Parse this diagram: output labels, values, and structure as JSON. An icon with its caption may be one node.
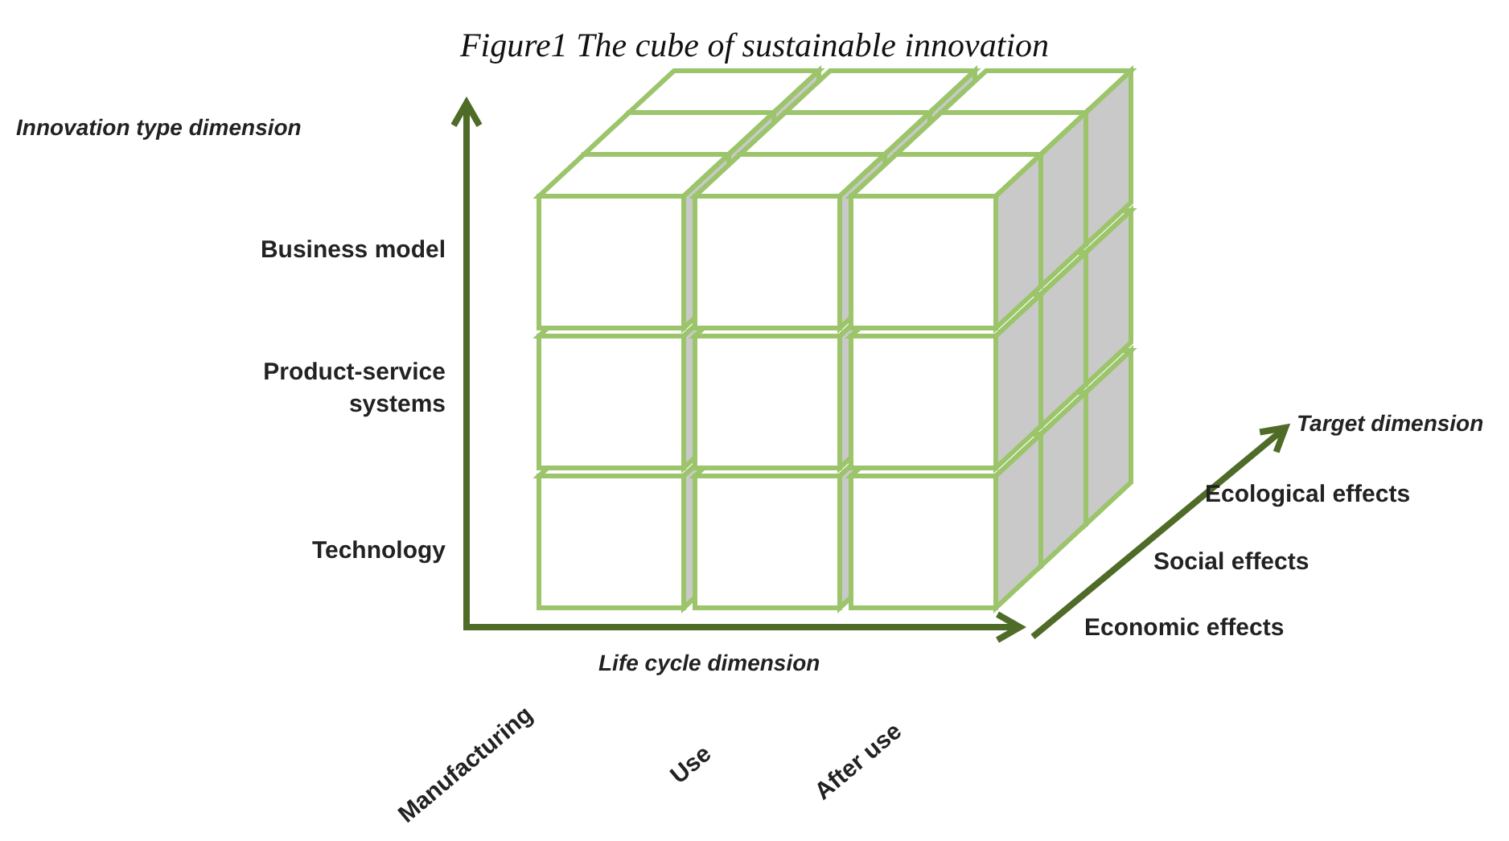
{
  "diagram": {
    "title": "Figure1 The cube of sustainable innovation",
    "labels": [
      "Innovation type dimension",
      "Business model",
      "Product-service systems",
      "Technology",
      "Target dimension",
      "Ecological effects",
      "Social effects",
      "Economic effects",
      "Life cycle dimension",
      "Manufacturing",
      "Use",
      "After use"
    ]
  }
}
